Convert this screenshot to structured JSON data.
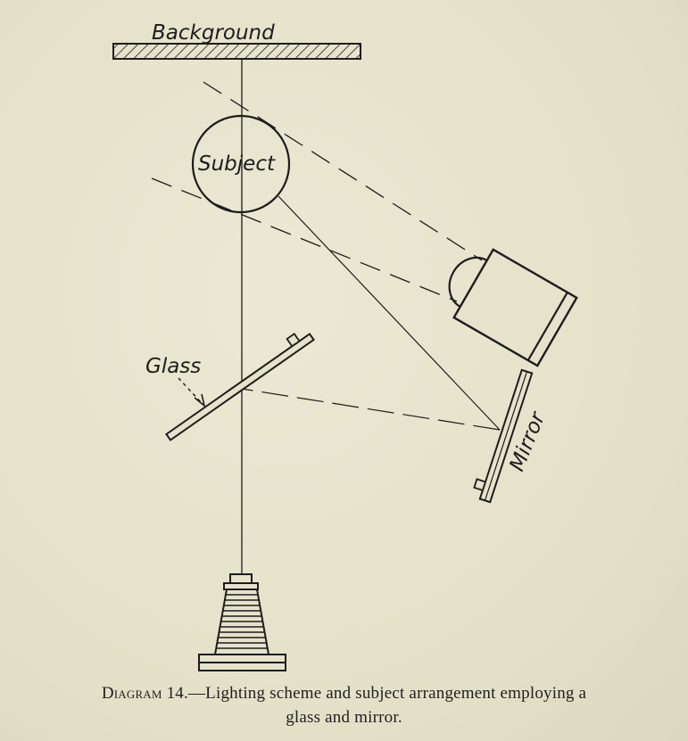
{
  "labels": {
    "background": "Background",
    "subject": "Subject",
    "glass": "Glass",
    "mirror": "Mirror"
  },
  "caption": {
    "lead": "Diagram 14.",
    "line1": "—Lighting scheme and subject arrangement employing a",
    "line2": "glass and mirror."
  },
  "colors": {
    "paper": "#e6e2cc",
    "ink": "#1c1c1c"
  }
}
